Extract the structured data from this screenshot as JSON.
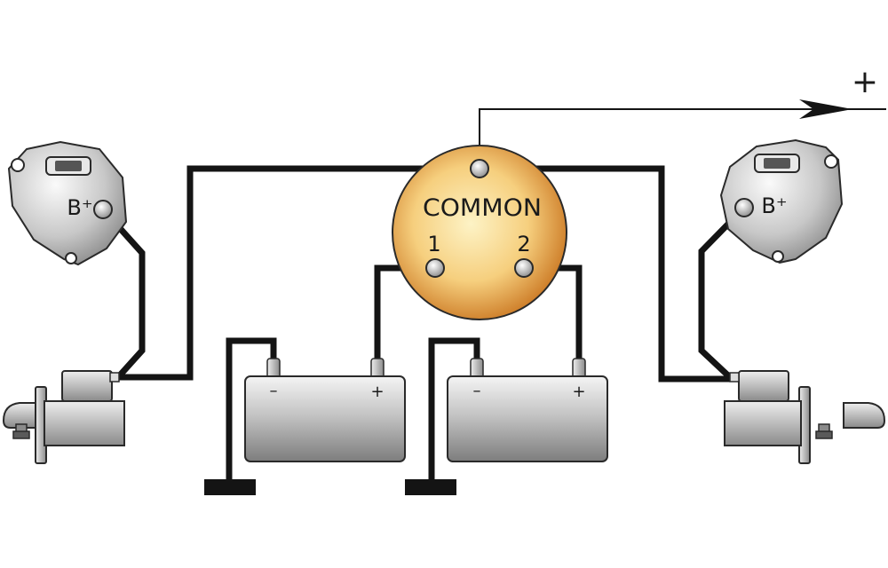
{
  "switch": {
    "label": "COMMON",
    "pos1": "1",
    "pos2": "2"
  },
  "alternator_left": {
    "terminal": "B⁺"
  },
  "alternator_right": {
    "terminal": "B⁺"
  },
  "battery_1": {
    "neg": "–",
    "pos": "+"
  },
  "battery_2": {
    "neg": "–",
    "pos": "+"
  },
  "output": {
    "symbol": "+"
  },
  "colors": {
    "wire": "#141414",
    "switch_light": "#fbe3a0",
    "switch_dark": "#c9741f",
    "metal_light": "#f2f2f2",
    "metal_dark": "#8c8c8c"
  }
}
